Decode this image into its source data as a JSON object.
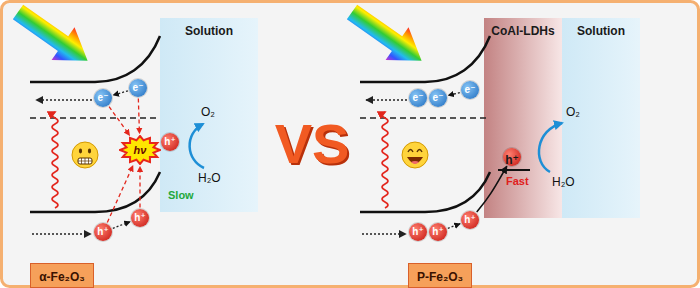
{
  "diagram": {
    "nodes": [
      {
        "text": [
          "Solution"
        ]
      },
      {
        "text": [
          "e⁻"
        ]
      },
      {
        "text": [
          "e⁻"
        ]
      },
      {
        "text": [
          "hν"
        ]
      },
      {
        "text": [
          "h⁺"
        ]
      },
      {
        "text": [
          "h⁺"
        ]
      },
      {
        "text": [
          "h⁺"
        ]
      },
      {
        "text": [
          "α-Fe₂O₃"
        ]
      },
      {
        "text": [
          "CoAl-LDHs"
        ]
      },
      {
        "text": [
          "h⁺"
        ],
        "in": 8
      },
      {
        "text": [
          "Solution"
        ]
      },
      {
        "text": [
          "e⁻"
        ]
      },
      {
        "text": [
          "e⁻"
        ]
      },
      {
        "text": [
          "e⁻"
        ]
      },
      {
        "text": [
          "h⁺"
        ]
      },
      {
        "text": [
          "h⁺"
        ]
      },
      {
        "text": [
          "h⁺"
        ]
      },
      {
        "text": [
          "P-Fe₂O₃"
        ]
      }
    ],
    "edges": [
      {
        "from": 2,
        "to": 1,
        "arrow": "to"
      },
      {
        "from": 5,
        "to": 6,
        "arrow": "to"
      },
      {
        "from": 1,
        "to": 3,
        "arrow": "to"
      },
      {
        "from": 2,
        "to": 3,
        "arrow": "to"
      },
      {
        "from": 5,
        "to": 3,
        "arrow": "to"
      },
      {
        "from": 6,
        "to": 3,
        "arrow": "to"
      },
      {
        "from": 13,
        "to": 12,
        "arrow": "to"
      },
      {
        "from": 15,
        "to": 16,
        "arrow": "to"
      },
      {
        "from": 16,
        "to": 9,
        "arrow": "to"
      }
    ],
    "labels": [
      "O₂",
      "H₂O",
      "Slow",
      "VS",
      "O₂",
      "H₂O",
      "Fast"
    ]
  }
}
